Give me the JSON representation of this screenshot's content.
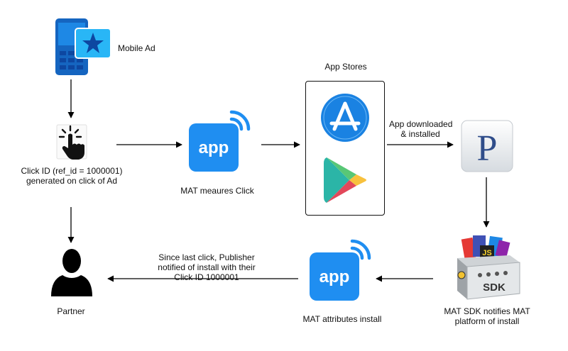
{
  "nodes": {
    "mobile_ad": {
      "label": "Mobile Ad",
      "icon": "mobile-ad-icon"
    },
    "click": {
      "label_line1": "Click ID (ref_id = 1000001)",
      "label_line2": "generated on click of Ad",
      "icon": "tap-hand-icon"
    },
    "mat_click": {
      "label": "MAT meaures Click",
      "icon": "app-icon",
      "app_text": "app"
    },
    "app_stores": {
      "label": "App Stores",
      "icons": [
        "app-store-icon",
        "google-play-icon"
      ]
    },
    "downloaded": {
      "label_line1": "App downloaded",
      "label_line2": "& installed",
      "icon": "pandora-p-icon",
      "glyph": "P"
    },
    "sdk": {
      "label_line1": "MAT SDK notifies MAT",
      "label_line2": "platform of install",
      "icon": "sdk-box-icon",
      "glyph": "SDK",
      "badge": "JS"
    },
    "mat_install": {
      "label": "MAT attributes install",
      "icon": "app-icon",
      "app_text": "app"
    },
    "publisher_note": {
      "line1": "Since last click, Publisher",
      "line2": "notified of install with their",
      "line3": "Click ID 1000001"
    },
    "partner": {
      "label": "Partner",
      "icon": "person-silhouette-icon"
    }
  },
  "colors": {
    "app_blue": "#1f8ef1",
    "mobile_blue": "#1565c0",
    "appstore_blue": "#1a82e2",
    "arrow": "#000000"
  }
}
